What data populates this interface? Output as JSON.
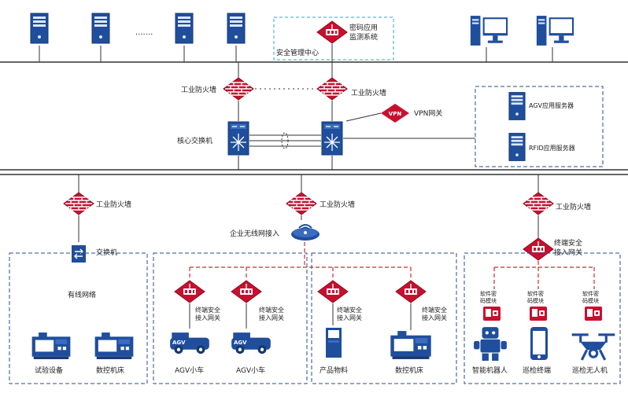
{
  "top": {
    "security_center": "安全管理中心",
    "crypto_monitor_line1": "密码应用",
    "crypto_monitor_line2": "监测系统",
    "fw_left": "工业防火墙",
    "fw_right": "工业防火墙",
    "vpn_label": "VPN网关",
    "vpn_badge": "VPN",
    "core_switch": "核心交换机",
    "agv_server": "AGV应用服务器",
    "rfid_server": "RFID应用服务器"
  },
  "middle": {
    "fw_left": "工业防火墙",
    "fw_mid": "工业防火墙",
    "fw_right": "工业防火墙",
    "wireless_access": "企业无线网接入",
    "switch": "交换机",
    "edge_gateway_line1": "终端安全",
    "edge_gateway_line2": "接入网关"
  },
  "zones": {
    "wired": {
      "title": "有线网络",
      "items": [
        "试验设备",
        "数控机床"
      ]
    },
    "agv": {
      "gw_line1": "终端安全",
      "gw_line2": "接入网关",
      "items": [
        "AGV小车",
        "AGV小车"
      ],
      "badge": "AGV"
    },
    "product": {
      "gw_line1": "终端安全",
      "gw_line2": "接入网关",
      "items": [
        "产品物料",
        "数控机床"
      ]
    },
    "robot": {
      "module_line1": "软件密",
      "module_line2": "码模块",
      "items": [
        "智能机器人",
        "巡检终端",
        "巡检无人机"
      ]
    }
  },
  "colors": {
    "network_blue": "#1f4e9c",
    "firewall_red": "#c8102e",
    "line_red": "#d9262b",
    "border_dash": "#2b4a8c",
    "crypto_box": "#36a3d4"
  }
}
